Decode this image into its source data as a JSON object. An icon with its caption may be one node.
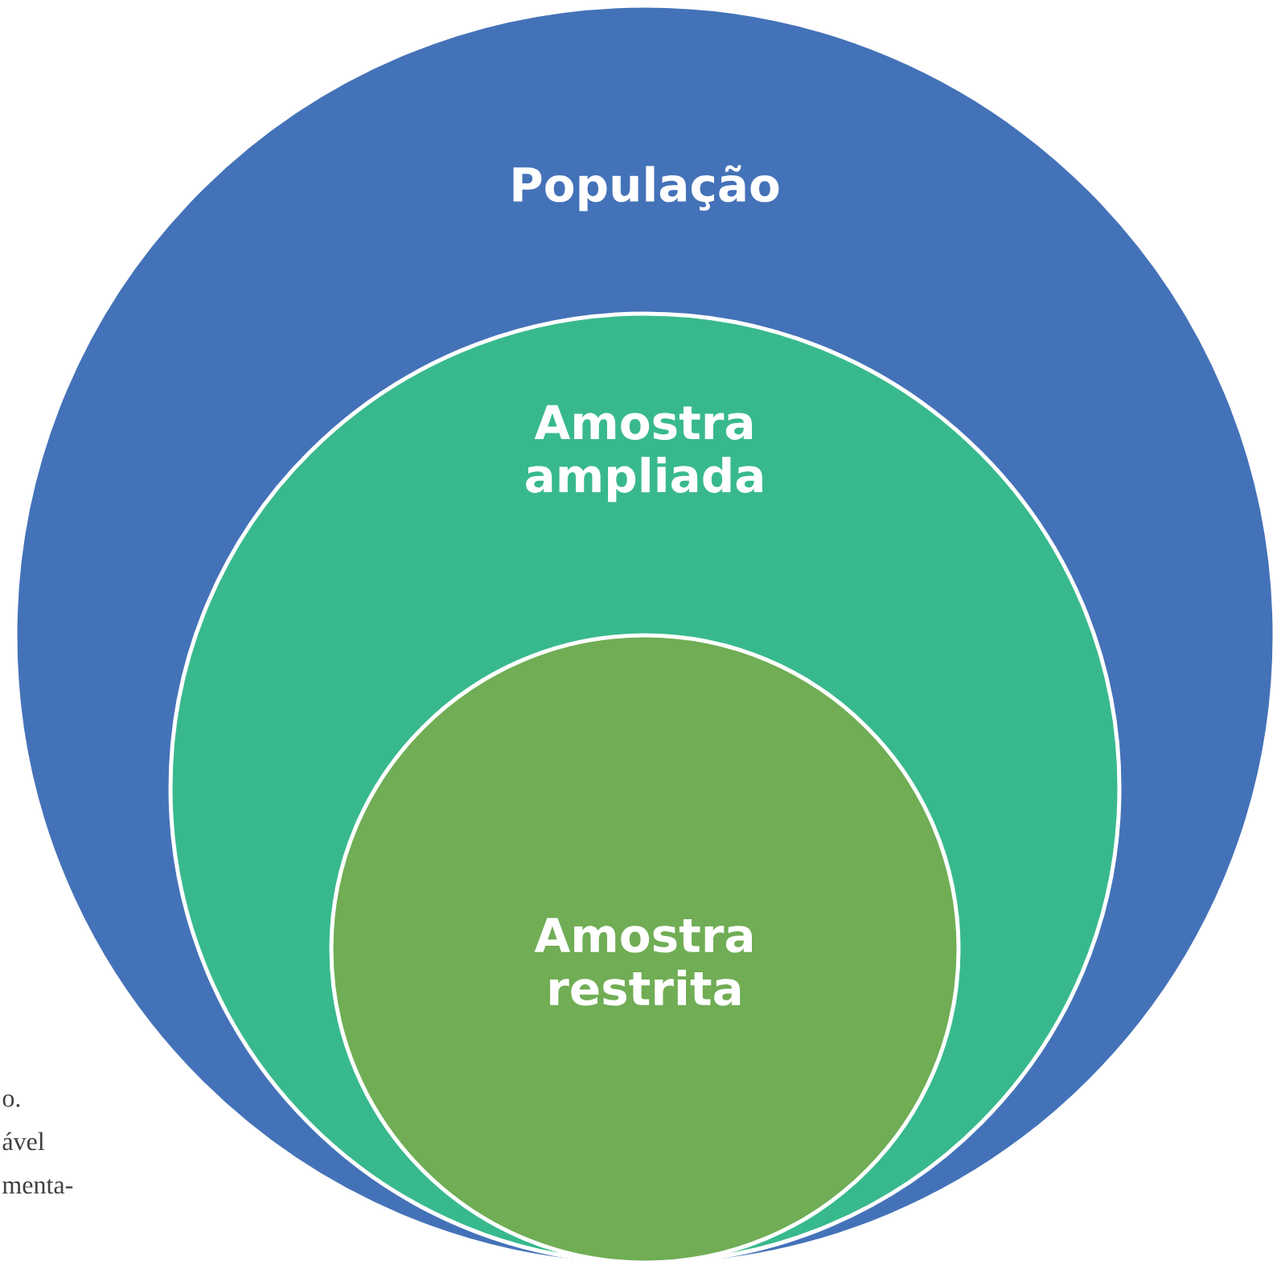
{
  "diagram": {
    "nodes": [
      {
        "text": [
          "População"
        ]
      },
      {
        "text": [
          "Amostra ampliada"
        ],
        "in": 0
      },
      {
        "text": [
          "Amostra restrita"
        ],
        "in": 1
      }
    ],
    "labels": [
      "o.",
      "ável",
      "menta-"
    ]
  }
}
